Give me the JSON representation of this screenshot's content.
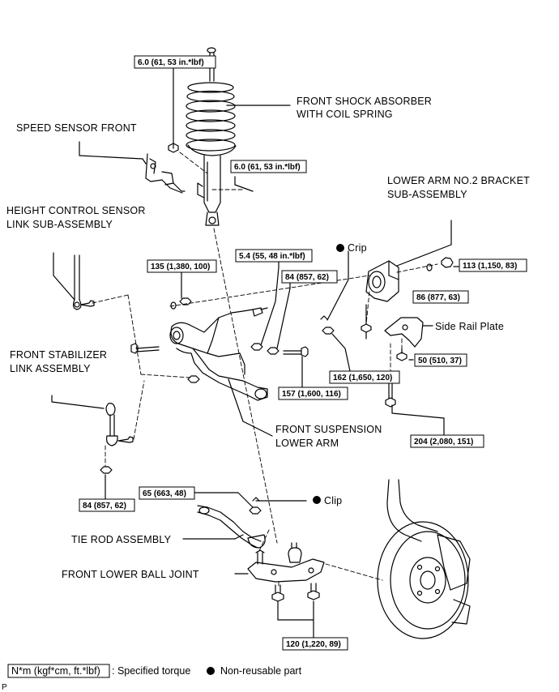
{
  "labels": {
    "shock": [
      "FRONT SHOCK ABSORBER",
      "WITH COIL SPRING"
    ],
    "speed_sensor": "SPEED SENSOR FRONT",
    "height_sensor": [
      "HEIGHT CONTROL SENSOR",
      "LINK SUB-ASSEMBLY"
    ],
    "lower_arm_bracket": [
      "LOWER ARM NO.2 BRACKET",
      "SUB-ASSEMBLY"
    ],
    "crip": "Crip",
    "side_rail": "Side Rail Plate",
    "stabilizer": [
      "FRONT STABILIZER",
      "LINK ASSEMBLY"
    ],
    "lower_arm": [
      "FRONT SUSPENSION",
      "LOWER ARM"
    ],
    "clip": "Clip",
    "tie_rod": "TIE ROD ASSEMBLY",
    "ball_joint": "FRONT LOWER BALL JOINT"
  },
  "torques": {
    "t_top": "6.0 (61, 53 in.*lbf)",
    "t_shock": "6.0 (61, 53 in.*lbf)",
    "t_113": "113 (1,150, 83)",
    "t_135": "135 (1,380, 100)",
    "t_54": "5.4 (55, 48 in.*lbf)",
    "t_84a": "84 (857, 62)",
    "t_86": "86 (877, 63)",
    "t_50": "50 (510, 37)",
    "t_162": "162 (1,650, 120)",
    "t_157": "157 (1,600, 116)",
    "t_204": "204 (2,080, 151)",
    "t_84b": "84 (857, 62)",
    "t_65": "65 (663, 48)",
    "t_120": "120 (1,220, 89)"
  },
  "legend": {
    "unit": "N*m (kgf*cm, ft.*lbf)",
    "torque_text": ": Specified torque",
    "nonreusable": "Non-reusable part"
  },
  "code": "P"
}
